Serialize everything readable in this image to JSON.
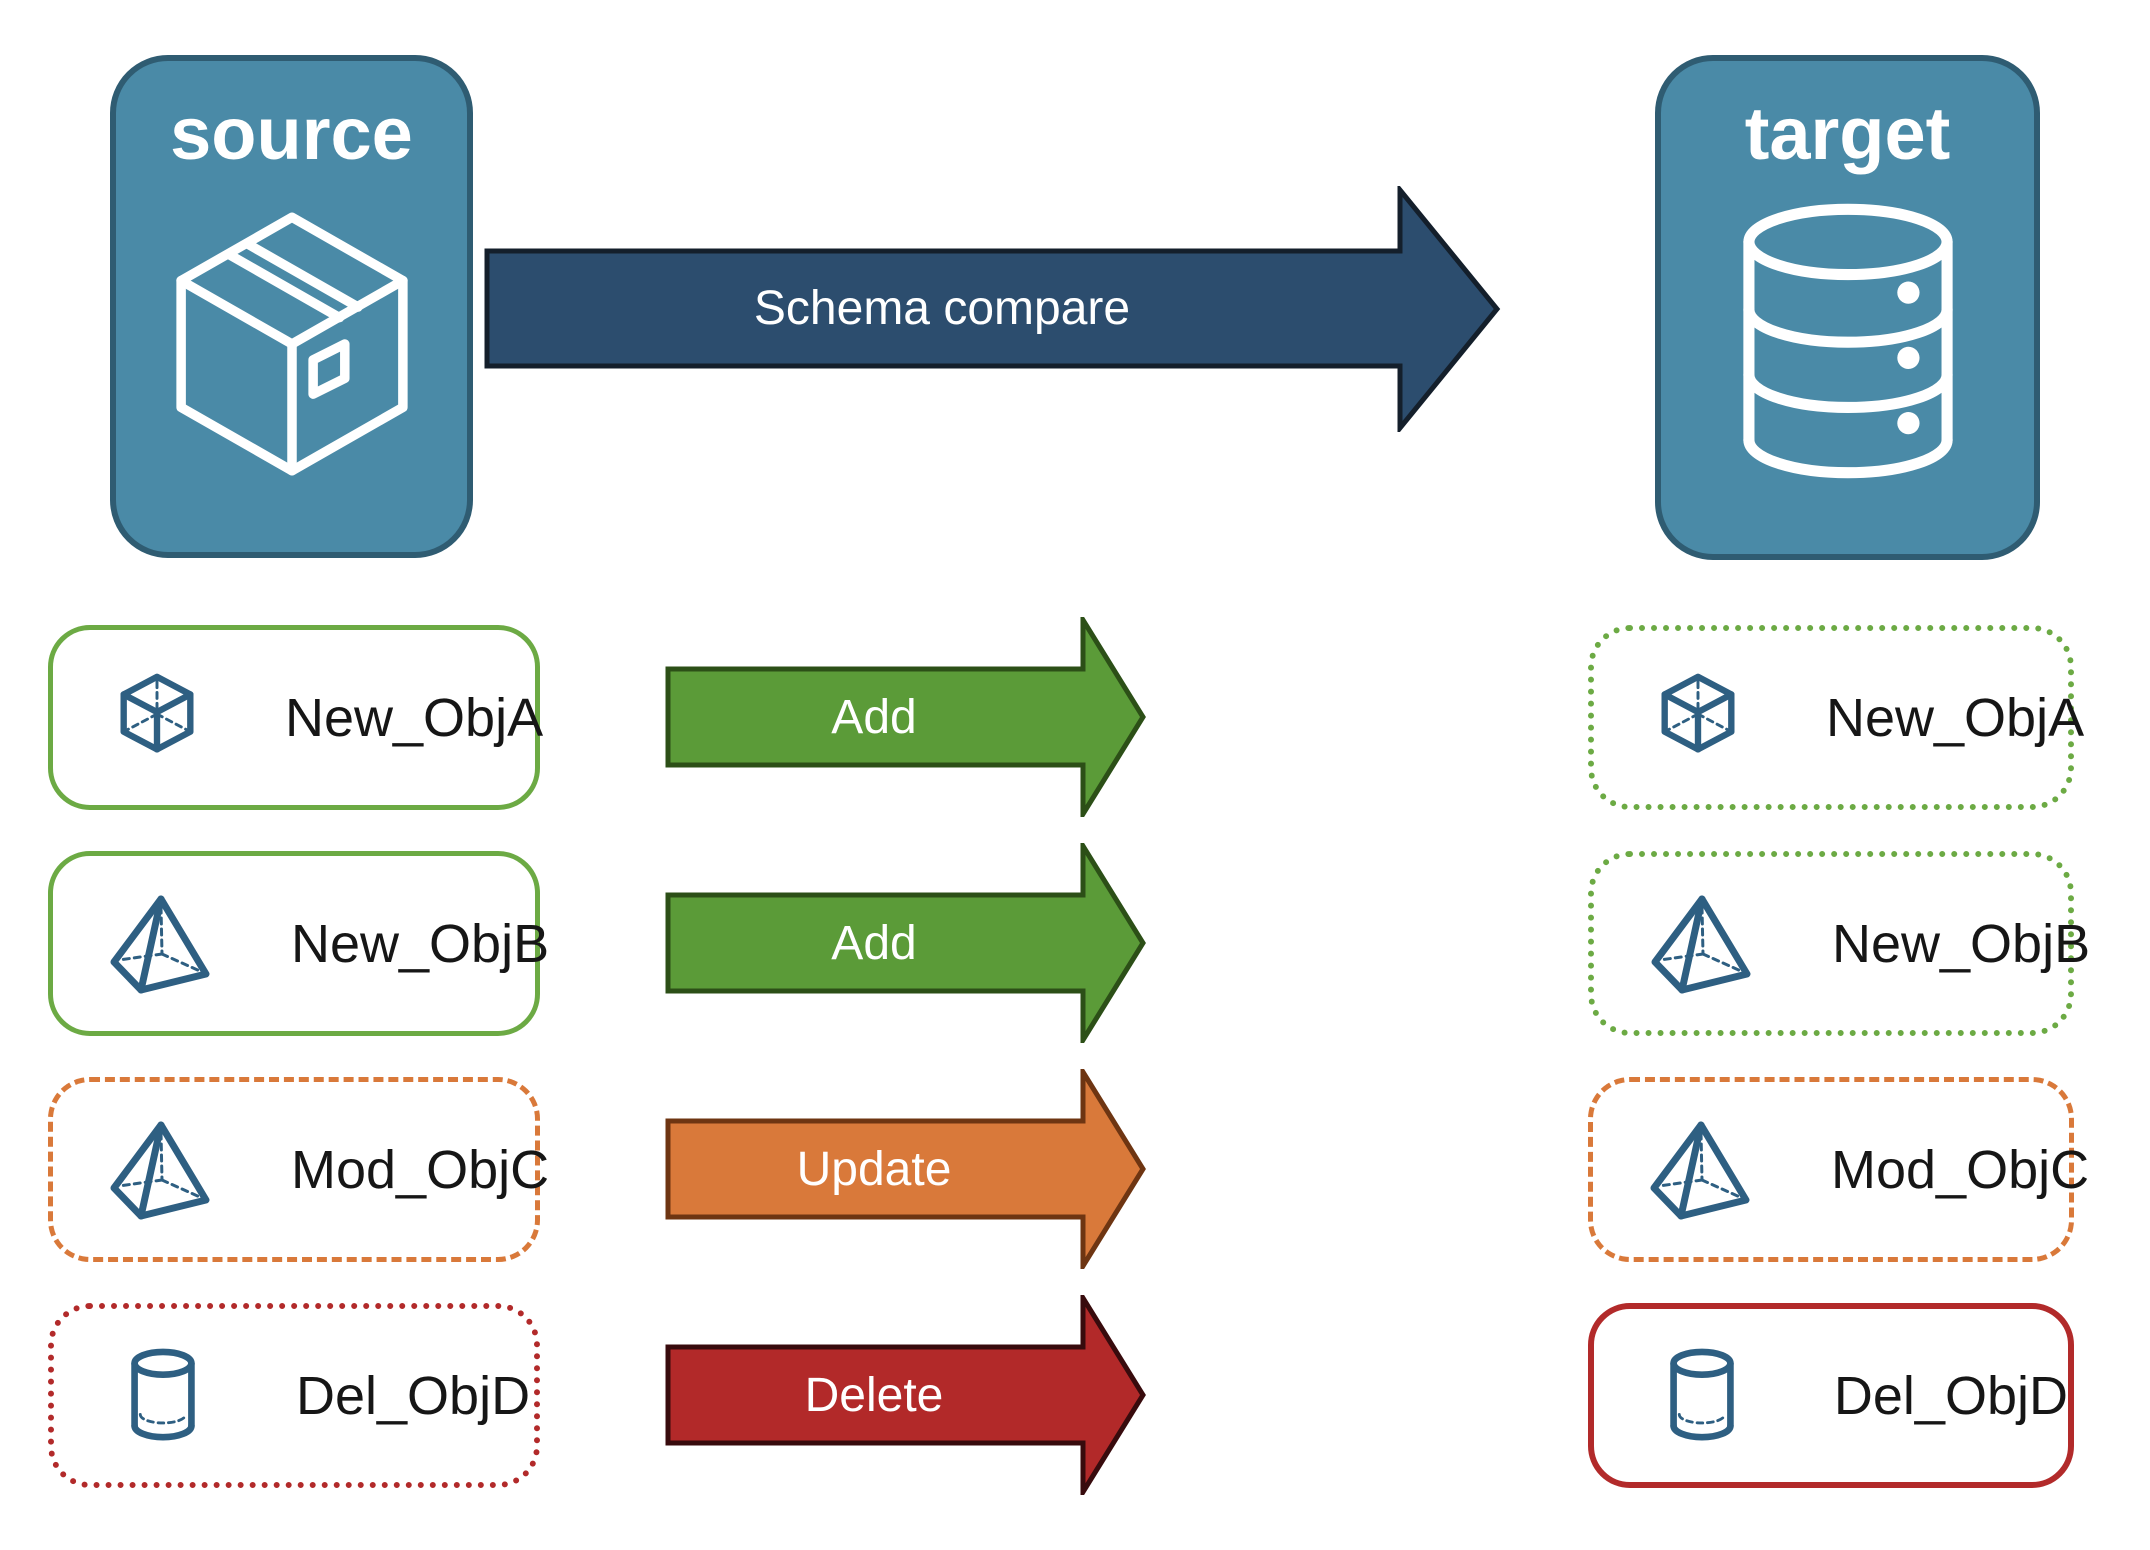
{
  "nodes": {
    "source": {
      "label": "source",
      "icon": "package-icon"
    },
    "target": {
      "label": "target",
      "icon": "database-icon"
    }
  },
  "compare_arrow": {
    "label": "Schema compare"
  },
  "rows": [
    {
      "object": "New_ObjA",
      "action": "Add",
      "icon": "cube-icon",
      "source_border": "solid-green",
      "target_border": "dotted-green"
    },
    {
      "object": "New_ObjB",
      "action": "Add",
      "icon": "pyramid-icon",
      "source_border": "solid-green",
      "target_border": "dotted-green"
    },
    {
      "object": "Mod_ObjC",
      "action": "Update",
      "icon": "pyramid-icon",
      "source_border": "dashed-orange",
      "target_border": "dashed-orange"
    },
    {
      "object": "Del_ObjD",
      "action": "Delete",
      "icon": "cylinder-icon",
      "source_border": "dotted-red",
      "target_border": "solid-red"
    }
  ],
  "colors": {
    "node_fill": "#4a8aa7",
    "node_border": "#2f5c72",
    "compare_arrow_fill": "#2c4d6e",
    "compare_arrow_border": "#141f2b",
    "add_arrow_fill": "#5b9b38",
    "add_arrow_border": "#2c4f17",
    "update_arrow_fill": "#d9793a",
    "update_arrow_border": "#6e3512",
    "delete_arrow_fill": "#b22929",
    "delete_arrow_border": "#380b0d",
    "green_box_border": "#6caa44",
    "orange_box_border": "#d9793a",
    "red_box_border": "#b22a2a",
    "object_icon_color": "#2e5f82",
    "label_text": "#161616",
    "arrow_text": "#ffffff"
  }
}
